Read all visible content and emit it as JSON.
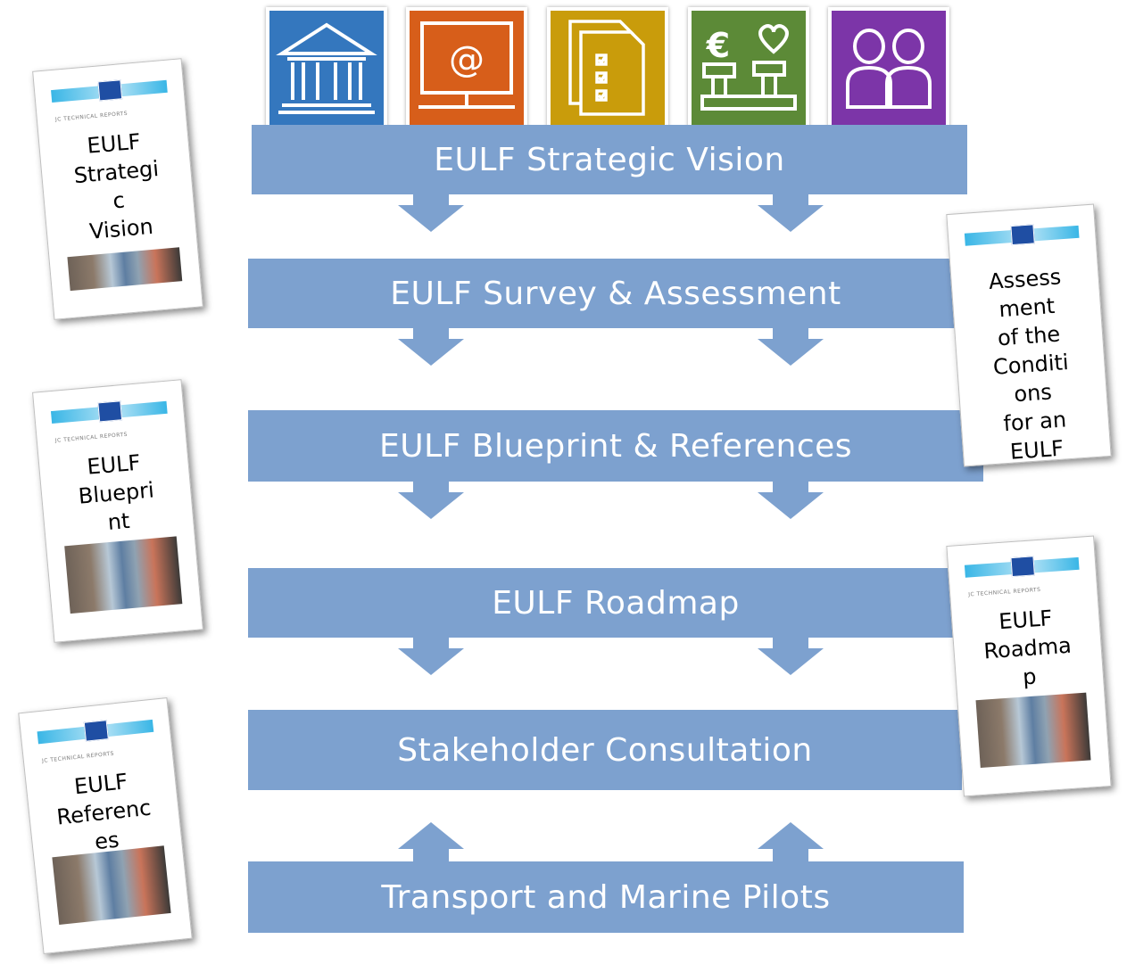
{
  "steps": {
    "vision": "EULF Strategic Vision",
    "survey": "EULF Survey & Assessment",
    "blueprint": "EULF Blueprint & References",
    "roadmap": "EULF Roadmap",
    "consultation": "Stakeholder Consultation",
    "pilots": "Transport and Marine Pilots"
  },
  "documents": {
    "strategic_vision": {
      "header": "JC TECHNICAL REPORTS",
      "title": "EULF\nStrategi\nc\nVision"
    },
    "blueprint": {
      "header": "JC TECHNICAL REPORTS",
      "title": "EULF\nBluepri\nnt"
    },
    "references": {
      "header": "JC TECHNICAL REPORTS",
      "title": "EULF\nReferenc\nes"
    },
    "assessment": {
      "title": "Assess\nment\nof the\nConditi\nons\nfor an\nEULF"
    },
    "roadmap": {
      "header": "JC TECHNICAL REPORTS",
      "title": "EULF\nRoadma\np"
    }
  },
  "tiles": {
    "icons": [
      "government-building-icon",
      "computer-email-icon",
      "checklist-documents-icon",
      "euro-heart-balance-icon",
      "people-icon"
    ],
    "email_symbol": "@",
    "euro_symbol": "€"
  },
  "colors": {
    "band": "#7da1cf",
    "tile_blue": "#3477be",
    "tile_orange": "#d75e1a",
    "tile_gold": "#c99c0b",
    "tile_green": "#5c8a37",
    "tile_purple": "#7c35a8"
  }
}
